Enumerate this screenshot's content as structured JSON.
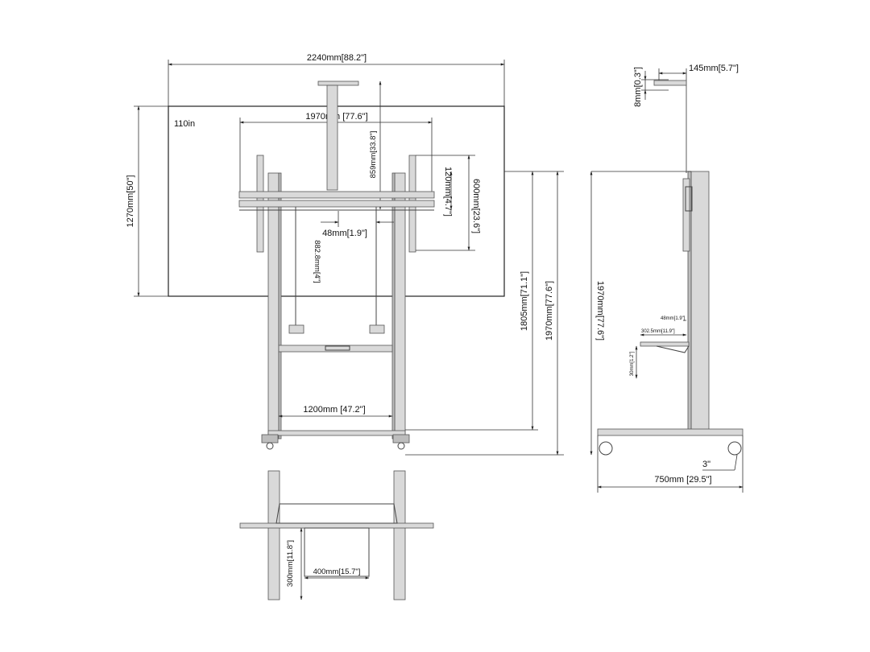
{
  "front_view": {
    "overall_width": "2240mm[88.2\"]",
    "screen_size": "110in",
    "vesa_width": "1970mm [77.6\"]",
    "screen_height": "1270mm[50\"]",
    "top_offset": "859mm[33.8\"]",
    "bracket_height_small": "120mm[4.7\"]",
    "bracket_height": "600mm[23.6\"]",
    "center_gap": "48mm[1.9\"]",
    "lower_drop": "882.8mm[4\"]",
    "mount_height": "1805mm[71.1\"]",
    "total_height": "1970mm[77.6\"]",
    "base_width": "1200mm [47.2\"]"
  },
  "side_view": {
    "top_thickness": "8mm[0.3\"]",
    "top_depth": "145mm[5.7\"]",
    "total_height": "1970mm[77.6\"]",
    "shelf_gap": "48mm[1.9\"]",
    "shelf_depth": "302.5mm[11.9\"]",
    "shelf_height": "30mm[1.2\"]",
    "caster": "3\"",
    "base_depth": "750mm [29.5\"]"
  },
  "bottom_view": {
    "shelf_depth": "300mm[11.8\"]",
    "shelf_width": "400mm[15.7\"]"
  }
}
